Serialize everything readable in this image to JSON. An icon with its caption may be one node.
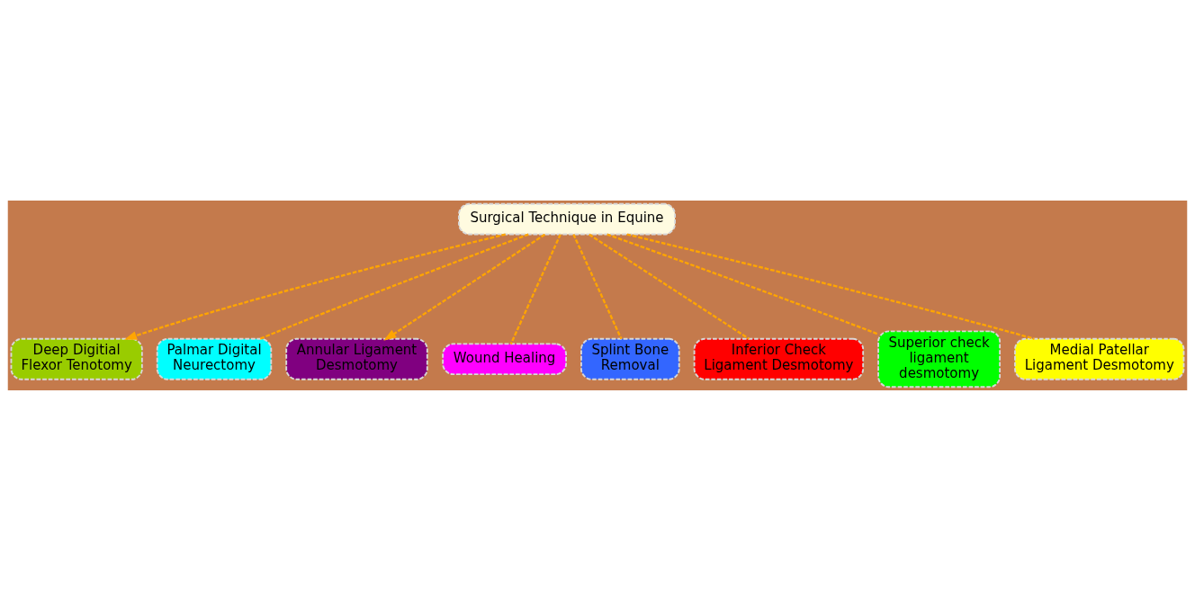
{
  "diagram": {
    "nodes": [
      {
        "text": [
          "Surgical Technique in Equine"
        ]
      },
      {
        "text": [
          "Deep Digitial Flexor Tenotomy"
        ]
      },
      {
        "text": [
          "Palmar Digital Neurectomy"
        ]
      },
      {
        "text": [
          "Annular Ligament Desmotomy"
        ]
      },
      {
        "text": [
          "Wound Healing"
        ]
      },
      {
        "text": [
          "Splint Bone Removal"
        ]
      },
      {
        "text": [
          "Inferior Check Ligament Desmotomy"
        ]
      },
      {
        "text": [
          "Superior check ligament desmotomy"
        ]
      },
      {
        "text": [
          "Medial Patellar Ligament Desmotomy"
        ]
      }
    ],
    "edges": [
      {
        "from": 0,
        "to": 1,
        "arrow": "to",
        "style": "dashed"
      },
      {
        "from": 0,
        "to": 2,
        "arrow": "none",
        "style": "dashed"
      },
      {
        "from": 0,
        "to": 3,
        "arrow": "to",
        "style": "dashed"
      },
      {
        "from": 0,
        "to": 4,
        "arrow": "none",
        "style": "dashed"
      },
      {
        "from": 0,
        "to": 5,
        "arrow": "none",
        "style": "dashed"
      },
      {
        "from": 0,
        "to": 6,
        "arrow": "none",
        "style": "dashed"
      },
      {
        "from": 0,
        "to": 7,
        "arrow": "none",
        "style": "dashed"
      },
      {
        "from": 0,
        "to": 8,
        "arrow": "none",
        "style": "dashed"
      }
    ]
  }
}
